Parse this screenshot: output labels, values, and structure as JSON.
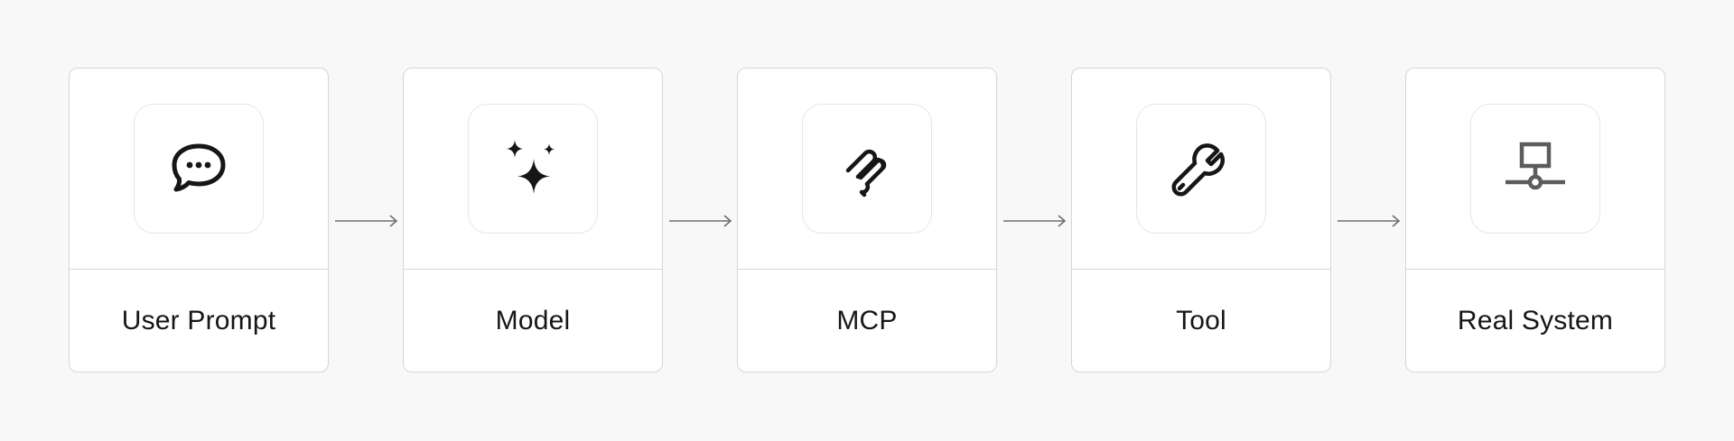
{
  "diagram": {
    "colors": {
      "background": "#f8f8f8",
      "card": "#ffffff",
      "border": "#d6d6d6",
      "icon": "#161616",
      "arrow": "#6e6e6e"
    },
    "nodes": [
      {
        "label": "User Prompt",
        "icon": "chat-bubble-icon"
      },
      {
        "label": "Model",
        "icon": "sparkles-icon"
      },
      {
        "label": "MCP",
        "icon": "mcp-logo-icon"
      },
      {
        "label": "Tool",
        "icon": "wrench-icon"
      },
      {
        "label": "Real System",
        "icon": "network-icon"
      }
    ],
    "edges": [
      {
        "from": "User Prompt",
        "to": "Model"
      },
      {
        "from": "Model",
        "to": "MCP"
      },
      {
        "from": "MCP",
        "to": "Tool"
      },
      {
        "from": "Tool",
        "to": "Real System"
      }
    ]
  }
}
